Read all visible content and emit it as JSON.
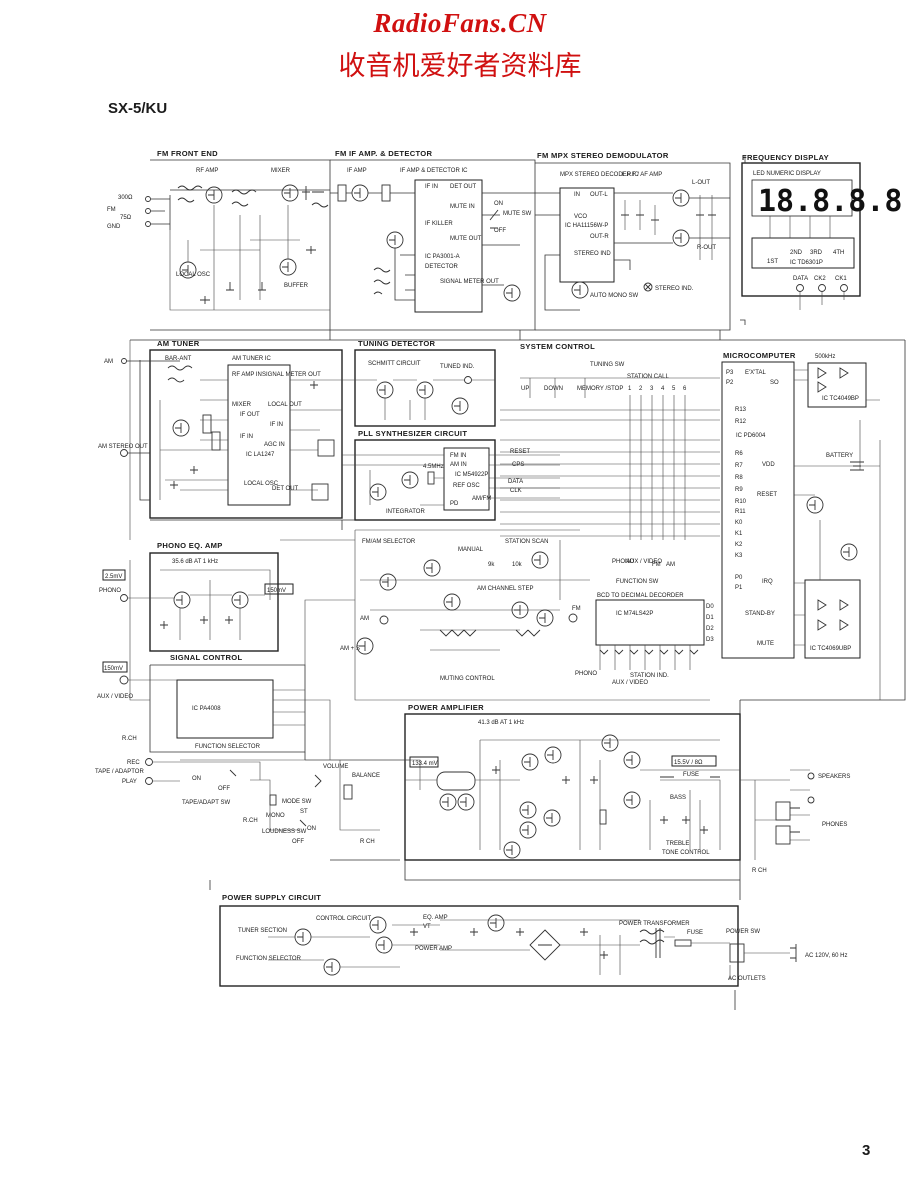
{
  "header": {
    "site_name": "RadioFans.CN",
    "site_subtitle": "收音机爱好者资料库"
  },
  "model": "SX-5/KU",
  "page_number": "3",
  "blocks": {
    "fm_front_end": {
      "title": "FM FRONT END",
      "rf_amp": "RF AMP",
      "mixer": "MIXER",
      "local_osc": "LOCAL OSC",
      "buffer": "BUFFER",
      "ant_300": "300Ω",
      "ant_fm": "FM",
      "ant_75": "75Ω",
      "ant_gnd": "GND"
    },
    "fm_if": {
      "title": "FM IF AMP. & DETECTOR",
      "if_amp": "IF AMP",
      "ic_header": "IF AMP & DETECTOR IC",
      "ic_name": "IC PA3001-A",
      "pins": [
        "IF IN",
        "DET OUT",
        "MUTE IN",
        "IF KILLER",
        "MUTE OUT",
        "DETECTOR",
        "SIGNAL METER OUT"
      ],
      "mute_sw": "MUTE SW",
      "on": "ON",
      "off": "OFF"
    },
    "fm_mpx": {
      "title": "FM MPX STEREO DEMODULATOR",
      "decoder": "MPX STEREO DECODER IC",
      "ic_name": "IC HA11156W-P",
      "lpf": "L.P.F / AF AMP",
      "pins": [
        "IN",
        "OUT-L",
        "VCO",
        "OUT-R",
        "STEREO IND"
      ],
      "l_out": "L-OUT",
      "r_out": "R-OUT",
      "auto_mono": "AUTO MONO SW",
      "stereo_ind": "STEREO IND."
    },
    "freq_display": {
      "title": "FREQUENCY DISPLAY",
      "led": "LED NUMERIC DISPLAY",
      "digits": "18.8.8.8",
      "grids": [
        "1ST",
        "2ND",
        "3RD",
        "4TH"
      ],
      "ic_name": "IC TD6301P",
      "pins": [
        "DATA",
        "CK2",
        "CK1"
      ]
    },
    "am_tuner": {
      "title": "AM TUNER",
      "bar_ant": "BAR-ANT",
      "ic_header": "AM TUNER IC",
      "ic_name": "IC LA1247",
      "pins": [
        "RF AMP IN",
        "MIXER",
        "IF OUT",
        "IF IN",
        "SIGNAL METER OUT",
        "LOCAL OUT",
        "IF IN",
        "AGC IN",
        "LOCAL OSC",
        "DET OUT"
      ],
      "am": "AM",
      "am_stereo_out": "AM STEREO OUT"
    },
    "tuning_detector": {
      "title": "TUNING DETECTOR",
      "schmitt": "SCHMITT CIRCUIT",
      "tuned_ind": "TUNED IND."
    },
    "pll": {
      "title": "PLL SYNTHESIZER CIRCUIT",
      "ic_name": "IC M54922P",
      "pins": [
        "FM IN",
        "AM IN",
        "REF OSC",
        "PD",
        "RESET",
        "CPS",
        "DATA",
        "CLK",
        "AM/FM"
      ],
      "xtal": "4.5MHz",
      "integrator": "INTEGRATOR"
    },
    "system_control": {
      "title": "SYSTEM CONTROL",
      "tuning_sw": "TUNING SW",
      "up": "UP",
      "down": "DOWN",
      "memory_stop": "MEMORY /STOP",
      "station_call": "STATION CALL",
      "station_numbers": [
        "1",
        "2",
        "3",
        "4",
        "5",
        "6"
      ],
      "function_sw": "FUNCTION SW",
      "function_items": [
        "PHONO",
        "AUX / VIDEO",
        "FM",
        "AM"
      ],
      "station_scan": "STATION SCAN",
      "manual": "MANUAL",
      "fm_am_selector": "FM/AM SELECTOR",
      "am_channel_step": "AM CHANNEL STEP",
      "channel_9k": "9k",
      "channel_10k": "10k",
      "bcd": "BCD TO DECIMAL DECORDER",
      "bcd_ic": "IC M74LS42P",
      "station_ind": "STATION IND.",
      "muting_control": "MUTING CONTROL",
      "phono": "PHONO",
      "aux_video": "AUX / VIDEO",
      "fm": "FM",
      "am": "AM",
      "am_s": "AM + S"
    },
    "microcomputer": {
      "title": "MICROCOMPUTER",
      "ic_name": "IC PD6004",
      "crystal": "500kHz",
      "pins": [
        "P3",
        "P2",
        "R13",
        "R12",
        "R6",
        "R7",
        "R8",
        "R9",
        "R10",
        "R11",
        "K0",
        "K1",
        "K2",
        "K3",
        "P0",
        "P1",
        "D0",
        "D1",
        "D2",
        "D3",
        "E'X'TAL",
        "SO",
        "VDD",
        "RESET",
        "IRQ",
        "STAND-BY",
        "MUTE"
      ],
      "battery": "BATTERY",
      "ic_a": "IC TC4049BP",
      "ic_b": "IC TC4069UBP"
    },
    "phono_eq": {
      "title": "PHONO EQ. AMP",
      "gain": "35.6 dB AT 1 kHz",
      "input_level": "2.5mV",
      "phono": "PHONO",
      "output_level": "150mV"
    },
    "signal_control": {
      "title": "SIGNAL CONTROL",
      "input_level": "150mV",
      "aux_video": "AUX / VIDEO",
      "r_ch": "R.CH",
      "ic_name": "IC PA4008",
      "function_selector": "FUNCTION SELECTOR",
      "rec": "REC",
      "tape_adaptor": "TAPE / ADAPTOR",
      "play": "PLAY",
      "tape_adapt_sw": "TAPE/ADAPT SW",
      "on": "ON",
      "off": "OFF",
      "volume": "VOLUME",
      "balance": "BALANCE",
      "mode_sw": "MODE SW",
      "mono": "MONO",
      "stereo": "ST",
      "loudness_sw": "LOUDNESS SW",
      "on2": "ON",
      "off2": "OFF",
      "r_ch2": "R.CH",
      "r_ch3": "R CH"
    },
    "power_amp": {
      "title": "POWER AMPLIFIER",
      "gain": "41.3 dB AT 1 kHz",
      "input_level": "133.4 mV",
      "output_level": "15.5V / 8Ω",
      "fuse": "FUSE",
      "bass": "BASS",
      "treble": "TREBLE",
      "tone_control": "TONE CONTROL",
      "speakers": "SPEAKERS",
      "phones": "PHONES",
      "r_ch": "R CH"
    },
    "power_supply": {
      "title": "POWER SUPPLY CIRCUIT",
      "tuner_section": "TUNER SECTION",
      "function_selector": "FUNCTION SELECTOR",
      "control_circuit": "CONTROL CIRCUIT",
      "eq_amp": "EQ. AMP",
      "vt": "VT",
      "power_amp": "POWER AMP",
      "power_transformer": "POWER TRANSFORMER",
      "fuse": "FUSE",
      "power_sw": "POWER SW",
      "ac_in": "AC 120V, 60 Hz",
      "ac_outlets": "AC OUTLETS"
    }
  }
}
